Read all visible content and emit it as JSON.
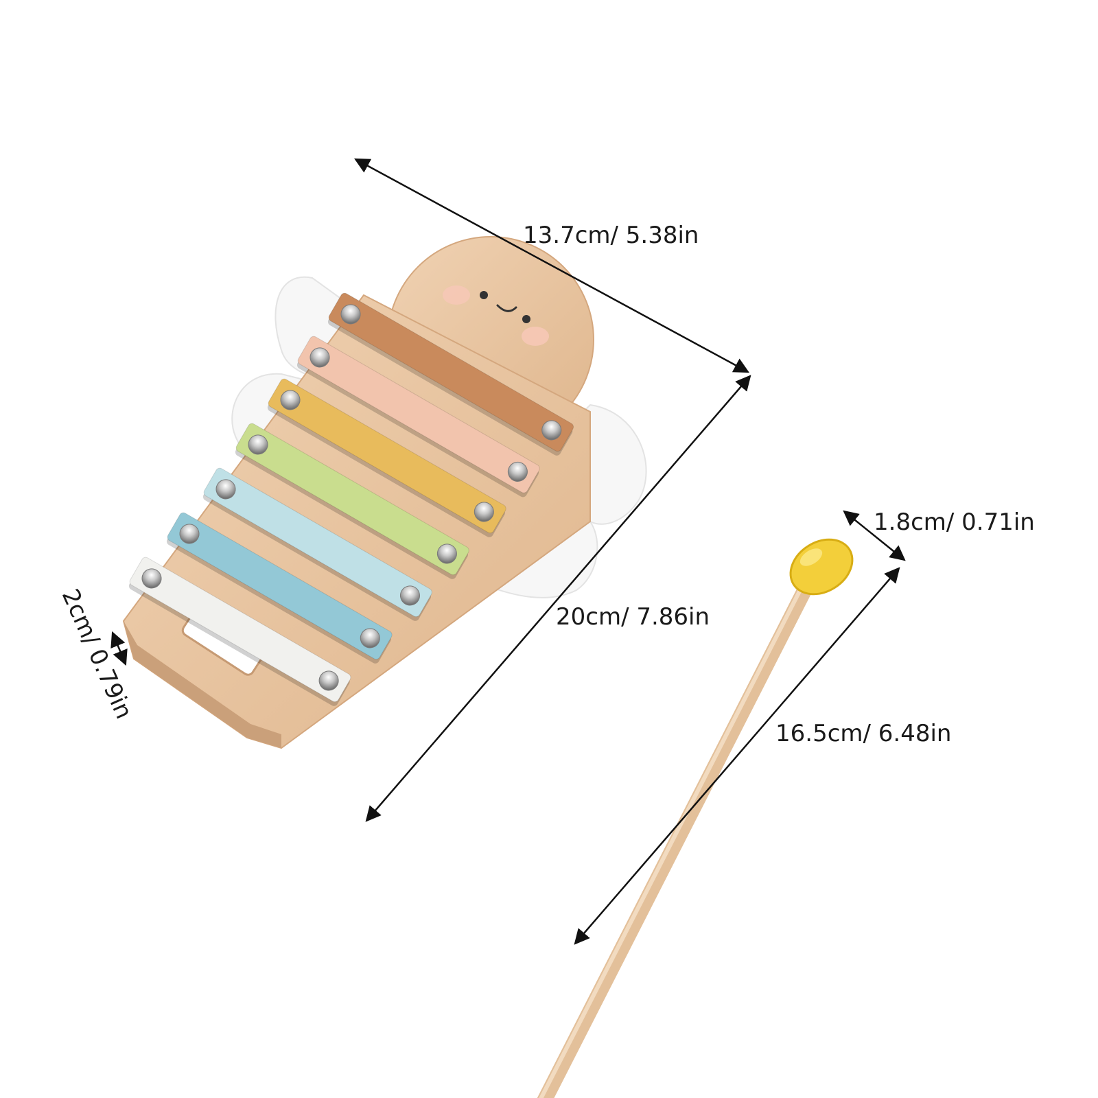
{
  "dimensions": {
    "width_label": "13.7cm/ 5.38in",
    "length_label": "20cm/ 7.86in",
    "thickness_label": "2cm/ 0.79in",
    "mallet_head_label": "1.8cm/ 0.71in",
    "mallet_length_label": "16.5cm/ 6.48in"
  },
  "product": {
    "name": "bee-xylophone",
    "bar_colors": [
      "#c98a5c",
      "#f2c4ad",
      "#e8bb5c",
      "#c9dd8e",
      "#bfe0e6",
      "#93c8d6",
      "#f1f1ee"
    ],
    "wood_color": "#e9c8a6",
    "wing_color": "#f7f7f7",
    "mallet_head_color": "#f3cf3a"
  }
}
